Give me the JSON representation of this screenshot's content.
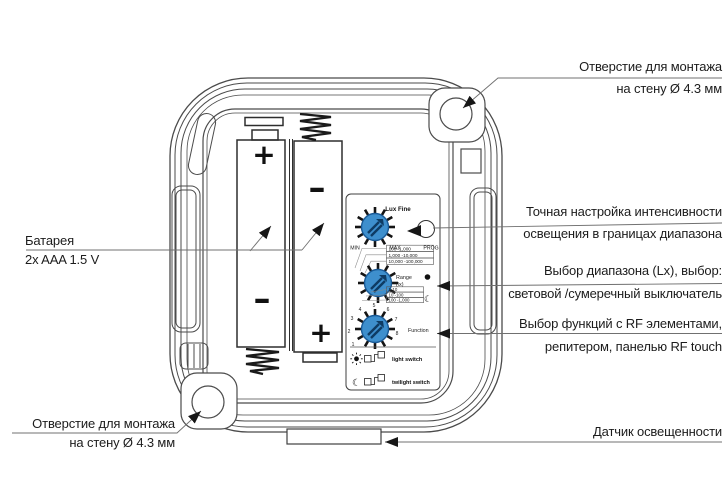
{
  "labels": {
    "hole_top": {
      "line1": "Отверстие для монтажа",
      "line2": "на стену Ø 4.3 мм"
    },
    "fine": {
      "line1": "Точная настройка интенсивности",
      "line2": "освещения в границах диапазона"
    },
    "range": {
      "line1": "Выбор диапазона (Lx), выбор:",
      "line2": "световой /сумеречный выключатель"
    },
    "function": {
      "line1": "Выбор функций с RF элементами,",
      "line2": "репитером, панелью RF touch"
    },
    "sensor": {
      "line1": "Датчик освещенности"
    },
    "battery": {
      "line1": "Батарея",
      "line2": "2x AAA  1.5 V"
    },
    "hole_bottom": {
      "line1": "Отверстие для монтажа",
      "line2": "на стену Ø 4.3 мм"
    }
  },
  "panel": {
    "title": "Lux Fine",
    "min": "MIN",
    "max": "MAX",
    "prog": "PROG",
    "ranges_high": [
      "100 -1,000",
      "1,000 -10,000",
      "10,000 -100,000"
    ],
    "range_label_1": "Range",
    "range_label_2": "(lx)",
    "ranges_low": [
      "1-10",
      "10 -100",
      "100 -1,000"
    ],
    "function_label": "Function",
    "function_positions": [
      "1",
      "2",
      "3",
      "4",
      "5",
      "6",
      "7",
      "8"
    ],
    "mode_light": "light switch",
    "mode_twilight": "twilight switch"
  },
  "battery": {
    "cell1_top": "+",
    "cell1_bottom": "–",
    "cell2_top": "–",
    "cell2_bottom": "+"
  },
  "icons": {
    "moon": "☾"
  },
  "colors": {
    "knob_fill": "#3E8FCD",
    "knob_border": "#1A5A96",
    "knob_slot": "#0E3B63",
    "line_art": "#4b4b4b",
    "leader": "#707070",
    "text": "#1c1c1c"
  }
}
